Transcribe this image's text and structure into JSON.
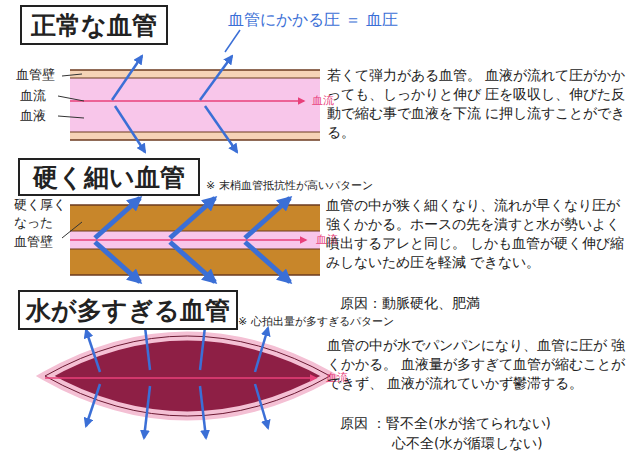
{
  "diagram": {
    "nodes": [
      {
        "text": [
          "正常な血管"
        ]
      },
      {
        "text": [
          "硬く細い血管"
        ]
      },
      {
        "text": [
          "水が多すぎる血管"
        ]
      }
    ],
    "labels": [
      "血管にかかる圧 ＝ 血圧",
      "血管壁",
      "血流",
      "血液",
      "血流",
      "若くて弾力がある血管。 血液が流れて圧がかかっても、しっかりと伸び 圧を吸収し、伸びた反動で縮む事で血液を下流 に押し流すことができる。",
      "※ 末梢血管抵抗性が高いパターン",
      "硬く厚く なった 血管壁",
      "血流",
      "血管の中が狭く細くなり、流れが早くなり圧が 強くかかる。ホースの先を潰すと水が勢いよく 噴出するアレと同じ。 しかも血管が硬く伸び縮みしないため圧を軽減 できない。",
      "原因：動脈硬化、肥満",
      "※ 心拍出量が多すぎるパターン",
      "血流",
      "血管の中が水でパンパンになり、血管に圧が 強くかかる。 血液量が多すぎて血管が縮むことができず、 血液が流れていかず鬱滞する。",
      "原因 ：腎不全(水が捨てられない)",
      "心不全(水が循環しない)"
    ]
  }
}
